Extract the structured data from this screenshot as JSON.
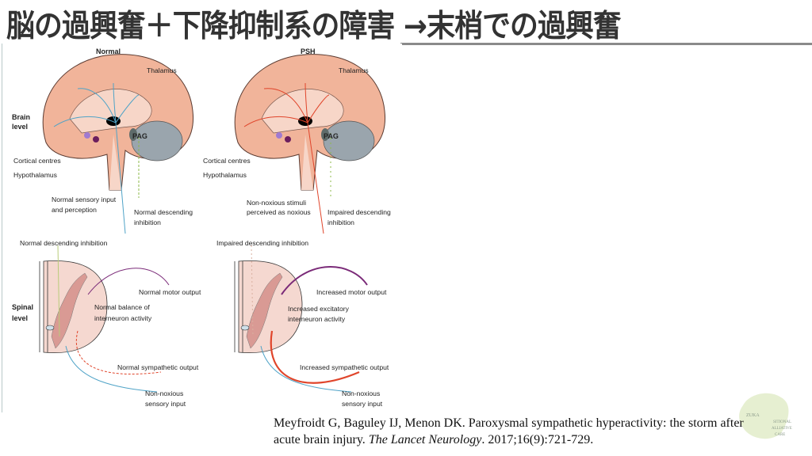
{
  "slide": {
    "title": "脳の過興奮＋下降抑制系の障害 →末梢での過興奮"
  },
  "figure": {
    "brain": {
      "normal_heading": "Normal",
      "psh_heading": "PSH",
      "level_label_1": "Brain",
      "level_label_2": "level",
      "thalamus": "Thalamus",
      "pag": "PAG",
      "cortical_centres": "Cortical centres",
      "hypothalamus": "Hypothalamus",
      "normal_sensory_1": "Normal sensory input",
      "normal_sensory_2": "and perception",
      "normal_desc_1": "Normal descending",
      "normal_desc_2": "inhibition",
      "psh_stimuli_1": "Non-noxious stimuli",
      "psh_stimuli_2": "perceived as noxious",
      "psh_desc_1": "Impaired descending",
      "psh_desc_2": "inhibition"
    },
    "spinal": {
      "normal_top": "Normal descending inhibition",
      "psh_top": "Impaired descending inhibition",
      "level_label_1": "Spinal",
      "level_label_2": "level",
      "normal_motor": "Normal motor output",
      "psh_motor": "Increased motor output",
      "normal_balance_1": "Normal balance of",
      "normal_balance_2": "interneuron activity",
      "psh_excit_1": "Increased excitatory",
      "psh_excit_2": "interneuron activity",
      "normal_symp": "Normal sympathetic output",
      "psh_symp": "Increased sympathetic output",
      "sensory_1": "Non-noxious",
      "sensory_2": "sensory input"
    },
    "colors": {
      "normal_path": "#4fa3c7",
      "psh_path": "#e0452b",
      "descending": "#8db84a",
      "motor": "#7a2a78"
    }
  },
  "citation": {
    "authors_title": "Meyfroidt G, Baguley IJ, Menon DK. Paroxysmal sympathetic hyperactivity: the storm after",
    "line2_prefix": "acute brain injury. ",
    "journal": "The Lancet Neurology",
    "line2_suffix": ". 2017;16(9):721-729."
  },
  "logo": {
    "text": [
      "ZUKA",
      "SITIONAL",
      "ALLIATIVE",
      "CARE"
    ]
  }
}
